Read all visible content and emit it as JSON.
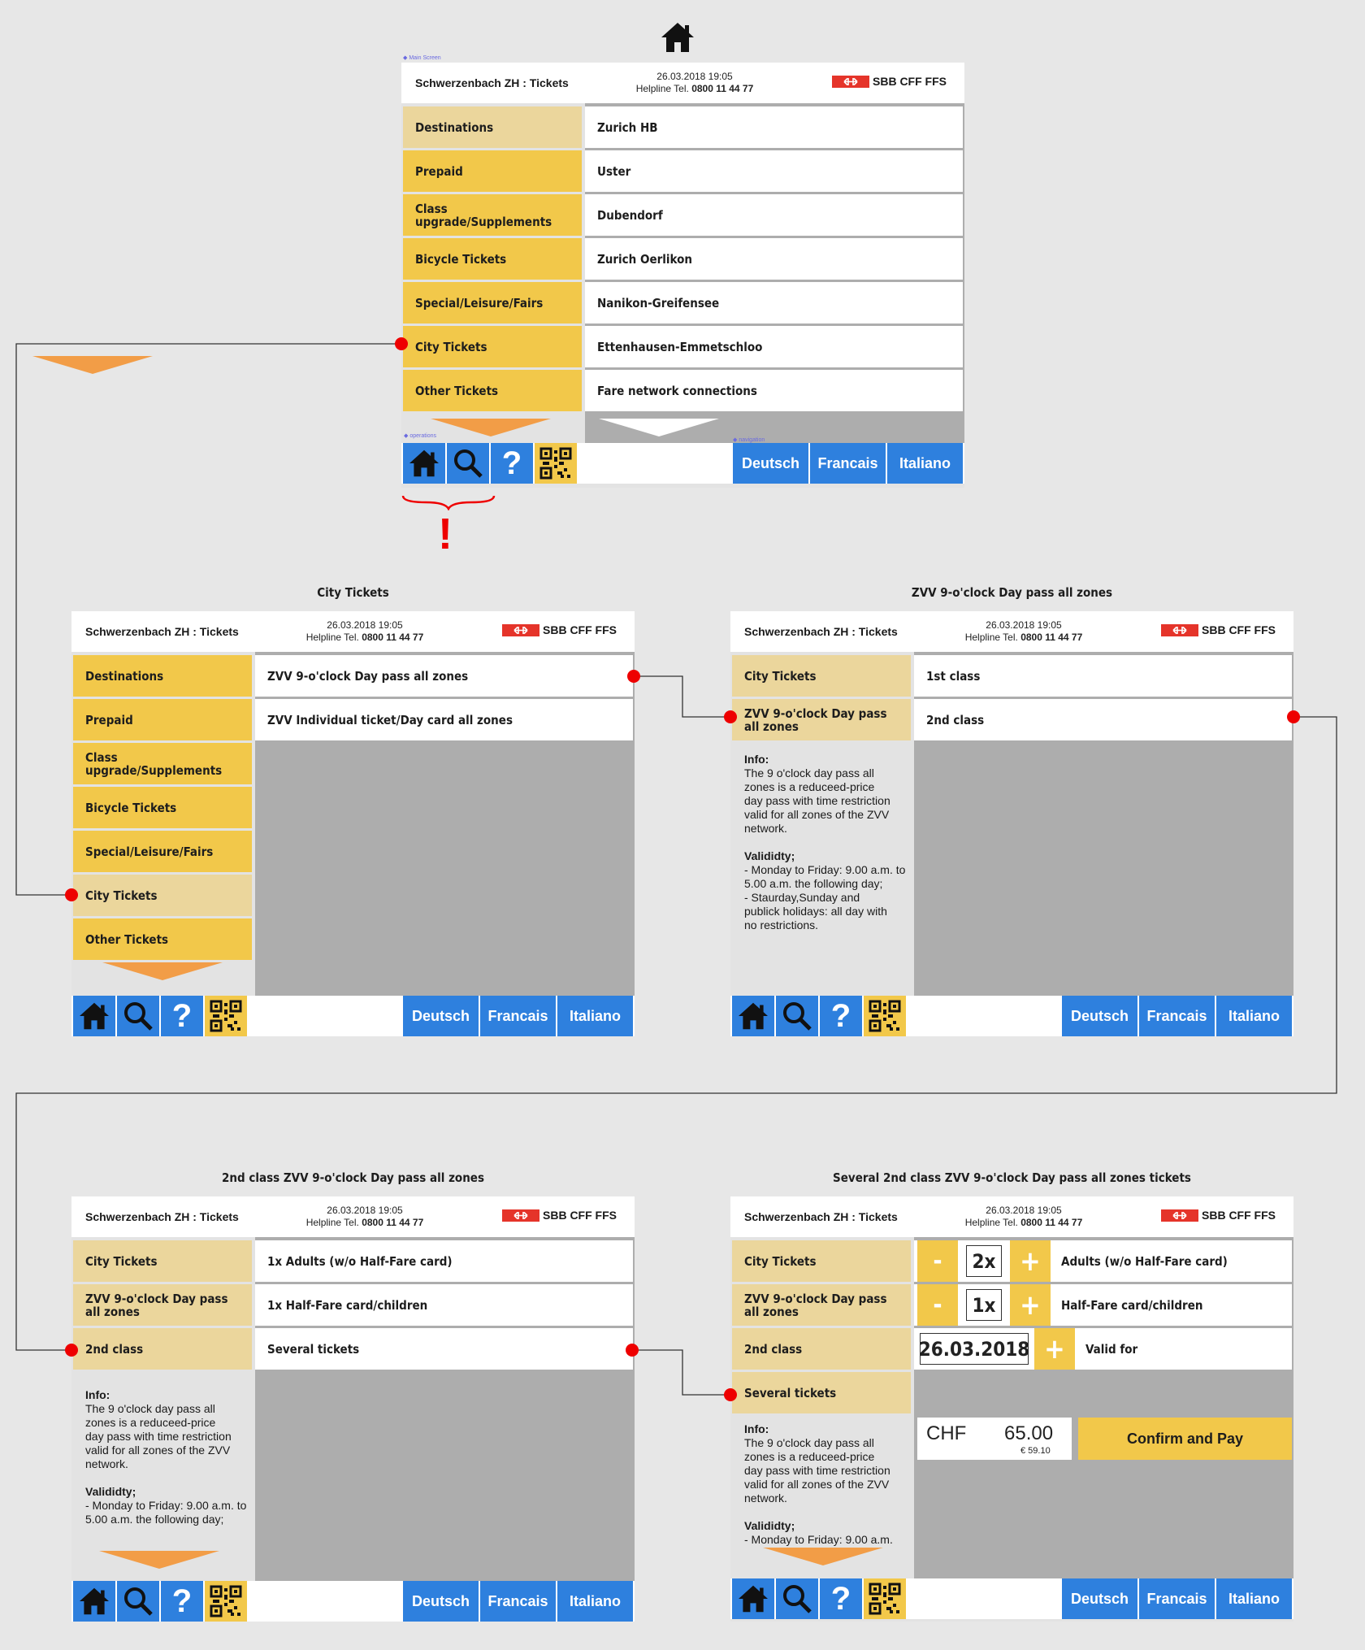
{
  "header": {
    "station": "Schwerzenbach ZH : Tickets",
    "datetime": "26.03.2018 19:05",
    "helpline_label": "Helpline Tel.",
    "helpline_number": "0800 11 44 77",
    "brand": "SBB CFF FFS",
    "brand_color": "#e5342a"
  },
  "footer": {
    "icons": [
      "home-icon",
      "search-icon",
      "help-icon",
      "qr-code-icon"
    ],
    "help_glyph": "?",
    "languages": [
      "Deutsch",
      "Francais",
      "Italiano"
    ]
  },
  "annotations": {
    "main_screen_label": "Main Screen",
    "operations_label": "operations",
    "navigation_label": "navigation",
    "warning": "!"
  },
  "colors": {
    "accent_yellow": "#f2c84a",
    "light_yellow": "#ebd69c",
    "blue": "#2e80de",
    "orange_arrow": "#f29d47",
    "hotspot_red": "#e00000",
    "panel_grey": "#adadad"
  },
  "main_screen": {
    "nav": [
      "Destinations",
      "Prepaid",
      "Class upgrade/Supplements",
      "Bicycle Tickets",
      "Special/Leisure/Fairs",
      "City Tickets",
      "Other Tickets"
    ],
    "rows": [
      "Zurich HB",
      "Uster",
      "Dubendorf",
      "Zurich Oerlikon",
      "Nanikon-Greifensee",
      "Ettenhausen-Emmetschloo",
      "Fare network connections"
    ]
  },
  "city_tickets": {
    "caption": "City Tickets",
    "nav": [
      "Destinations",
      "Prepaid",
      "Class upgrade/Supplements",
      "Bicycle Tickets",
      "Special/Leisure/Fairs",
      "City Tickets",
      "Other Tickets"
    ],
    "rows": [
      "ZVV 9-o'clock Day pass all zones",
      "ZVV Individual ticket/Day card all zones"
    ]
  },
  "zvv_pass": {
    "caption": "ZVV 9-o'clock Day pass all zones",
    "nav": [
      "City Tickets",
      "ZVV 9-o'clock Day pass all zones"
    ],
    "rows": [
      "1st class",
      "2nd class"
    ],
    "info_title": "Info:",
    "info_text": "The 9 o'clock day pass all zones is a reduceed-price day pass with time restriction valid for all zones of the ZVV network.",
    "validity_title": "Valididty;",
    "validity_weekday": "- Monday to Friday: 9.00 a.m. to 5.00 a.m. the following day;",
    "validity_weekend": "- Staurday,Sunday and publick holidays: all day with no restrictions."
  },
  "second_class": {
    "caption": "2nd class ZVV 9-o'clock Day pass all zones",
    "nav": [
      "City Tickets",
      "ZVV 9-o'clock Day pass all zones",
      "2nd class"
    ],
    "rows": [
      "1x Adults (w/o Half-Fare card)",
      "1x Half-Fare card/children",
      "Several tickets"
    ],
    "info_title": "Info:",
    "info_text": "The 9 o'clock day pass all zones is a reduceed-price day pass with time restriction valid for all zones of the ZVV network.",
    "validity_title": "Valididty;",
    "validity_weekday": "- Monday to Friday: 9.00 a.m. to 5.00 a.m. the following day;"
  },
  "several_tickets": {
    "caption": "Several 2nd class ZVV 9-o'clock Day pass all zones tickets",
    "nav": [
      "City Tickets",
      "ZVV 9-o'clock Day pass all zones",
      "2nd class",
      "Several tickets"
    ],
    "minus": "-",
    "plus": "+",
    "adults_qty": "2x",
    "adults_label": "Adults (w/o Half-Fare card)",
    "children_qty": "1x",
    "children_label": "Half-Fare card/children",
    "valid_date": "26.03.2018",
    "valid_label": "Valid for",
    "currency": "CHF",
    "price": "65.00",
    "price_eur": "€ 59.10",
    "confirm": "Confirm and Pay",
    "info_title": "Info:",
    "info_text": "The 9 o'clock day pass all zones is a reduceed-price day pass with time restriction valid for all zones of the ZVV network.",
    "validity_title": "Valididty;",
    "validity_weekday": "- Monday to Friday: 9.00 a.m."
  }
}
